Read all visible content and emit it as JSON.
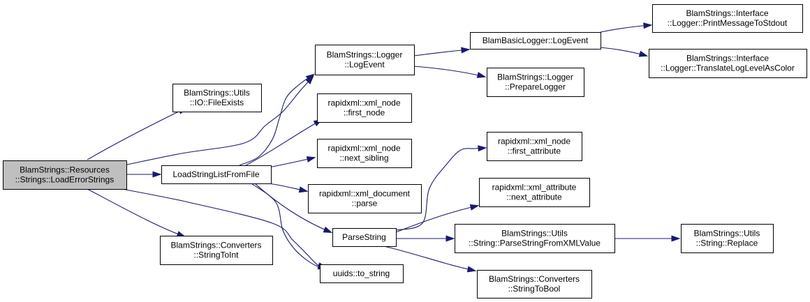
{
  "graph": {
    "colors": {
      "edge": "#191970",
      "node_fill": "#ffffff",
      "root_fill": "#bfbfbf",
      "node_border": "#000000"
    },
    "nodes": [
      {
        "id": "root",
        "lines": [
          "BlamStrings::Resources",
          "::Strings::LoadErrorStrings"
        ],
        "root": true
      },
      {
        "id": "fileexists",
        "lines": [
          "BlamStrings::Utils",
          "::IO::FileExists"
        ]
      },
      {
        "id": "loadstringlist",
        "lines": [
          "LoadStringListFromFile"
        ]
      },
      {
        "id": "stringtoint",
        "lines": [
          "BlamStrings::Converters",
          "::StringToInt"
        ]
      },
      {
        "id": "logger_logevent",
        "lines": [
          "BlamStrings::Logger",
          "::LogEvent"
        ]
      },
      {
        "id": "first_node",
        "lines": [
          "rapidxml::xml_node",
          "::first_node"
        ]
      },
      {
        "id": "next_sibling",
        "lines": [
          "rapidxml::xml_node",
          "::next_sibling"
        ]
      },
      {
        "id": "doc_parse",
        "lines": [
          "rapidxml::xml_document",
          "::parse"
        ]
      },
      {
        "id": "parsestring",
        "lines": [
          "ParseString"
        ]
      },
      {
        "id": "to_string",
        "lines": [
          "uuids::to_string"
        ]
      },
      {
        "id": "basiclogger",
        "lines": [
          "BlamBasicLogger::LogEvent"
        ]
      },
      {
        "id": "preparelogger",
        "lines": [
          "BlamStrings::Logger",
          "::PrepareLogger"
        ]
      },
      {
        "id": "printmsg",
        "lines": [
          "BlamStrings::Interface",
          "::Logger::PrintMessageToStdout"
        ]
      },
      {
        "id": "translatelevel",
        "lines": [
          "BlamStrings::Interface",
          "::Logger::TranslateLogLevelAsColor"
        ]
      },
      {
        "id": "first_attribute",
        "lines": [
          "rapidxml::xml_node",
          "::first_attribute"
        ]
      },
      {
        "id": "next_attribute",
        "lines": [
          "rapidxml::xml_attribute",
          "::next_attribute"
        ]
      },
      {
        "id": "parsefromxml",
        "lines": [
          "BlamStrings::Utils",
          "::String::ParseStringFromXMLValue"
        ]
      },
      {
        "id": "stringtobool",
        "lines": [
          "BlamStrings::Converters",
          "::StringToBool"
        ]
      },
      {
        "id": "replace",
        "lines": [
          "BlamStrings::Utils",
          "::String::Replace"
        ]
      }
    ],
    "edges": [
      {
        "from": "root",
        "to": "fileexists"
      },
      {
        "from": "root",
        "to": "loadstringlist"
      },
      {
        "from": "root",
        "to": "logger_logevent"
      },
      {
        "from": "root",
        "to": "stringtoint"
      },
      {
        "from": "root",
        "to": "to_string"
      },
      {
        "from": "loadstringlist",
        "to": "logger_logevent"
      },
      {
        "from": "loadstringlist",
        "to": "first_node"
      },
      {
        "from": "loadstringlist",
        "to": "next_sibling"
      },
      {
        "from": "loadstringlist",
        "to": "doc_parse"
      },
      {
        "from": "loadstringlist",
        "to": "parsestring"
      },
      {
        "from": "loadstringlist",
        "to": "to_string"
      },
      {
        "from": "logger_logevent",
        "to": "basiclogger"
      },
      {
        "from": "logger_logevent",
        "to": "preparelogger"
      },
      {
        "from": "basiclogger",
        "to": "printmsg"
      },
      {
        "from": "basiclogger",
        "to": "translatelevel"
      },
      {
        "from": "parsestring",
        "to": "first_attribute"
      },
      {
        "from": "parsestring",
        "to": "next_attribute"
      },
      {
        "from": "parsestring",
        "to": "parsefromxml"
      },
      {
        "from": "parsestring",
        "to": "stringtobool"
      },
      {
        "from": "parsefromxml",
        "to": "replace"
      }
    ]
  }
}
